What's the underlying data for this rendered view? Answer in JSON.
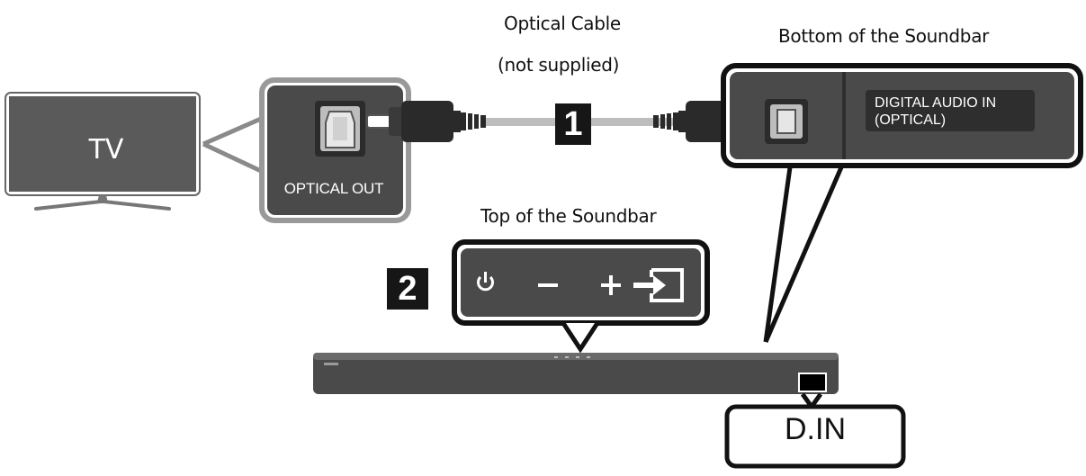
{
  "diagram": {
    "tv_label": "TV",
    "optical_out_label": "OPTICAL OUT",
    "cable_title": "Optical Cable",
    "cable_subtitle": "(not supplied)",
    "step_1": "1",
    "step_2": "2",
    "bottom_title": "Bottom of the Soundbar",
    "digital_in_line1": "DIGITAL AUDIO IN",
    "digital_in_line2": "(OPTICAL)",
    "top_title": "Top of the Soundbar",
    "din_label": "D.IN",
    "top_panel_icons": [
      "power-icon",
      "minus-icon",
      "plus-icon",
      "input-source-icon"
    ]
  }
}
